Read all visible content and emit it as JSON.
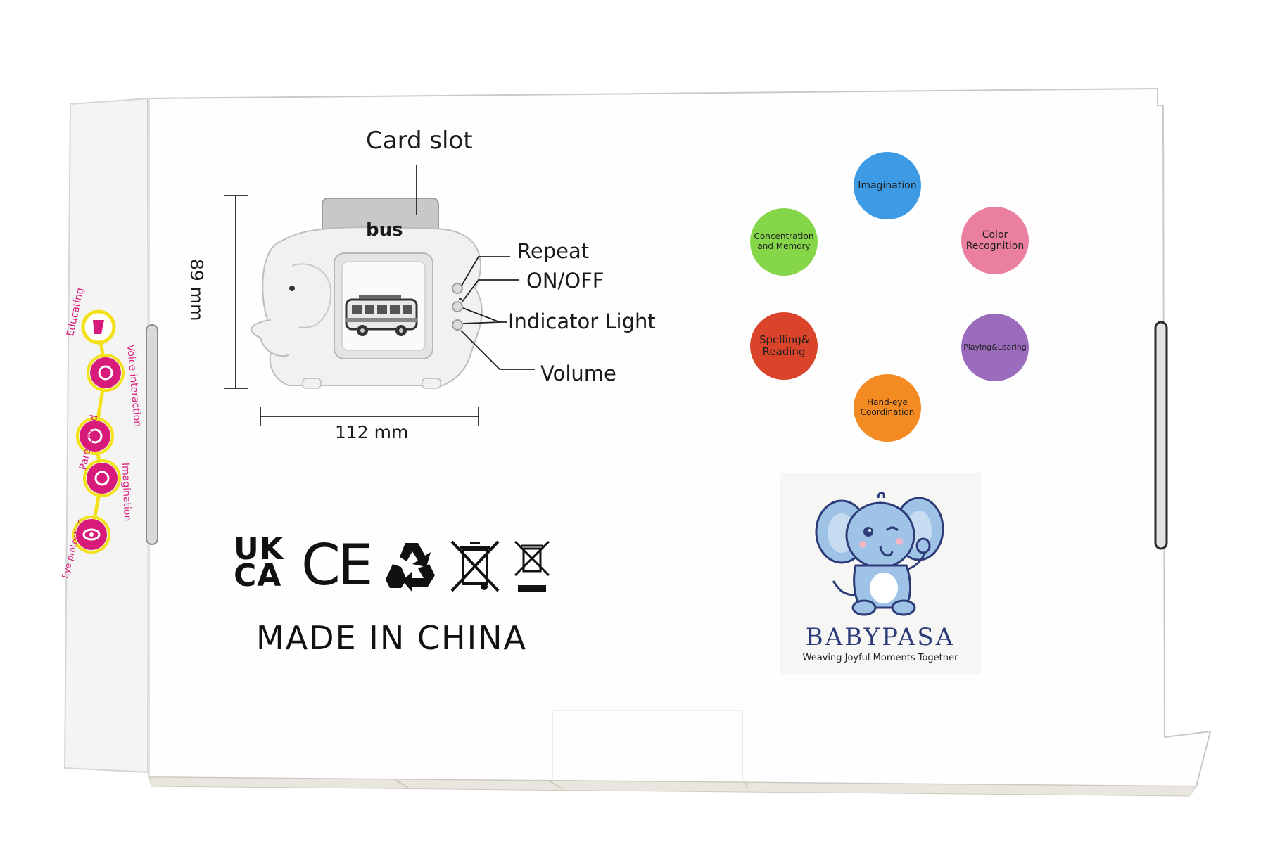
{
  "diagram": {
    "card_slot": "Card slot",
    "card_word": "bus",
    "height_dim": "89 mm",
    "width_dim": "112 mm",
    "repeat": "Repeat",
    "on_off": "ON/OFF",
    "indicator": "Indicator Light",
    "volume": "Volume"
  },
  "skills": [
    {
      "label": "Imagination",
      "color": "#3d9be6"
    },
    {
      "label": "Concentration and Memory",
      "color": "#86d64a"
    },
    {
      "label": "Color Recognition",
      "color": "#ea7fa0"
    },
    {
      "label": "Spelling& Reading",
      "color": "#d9442a"
    },
    {
      "label": "Playing&Learing",
      "color": "#9b6bbd"
    },
    {
      "label": "Hand-eye Coordination",
      "color": "#f38a22"
    }
  ],
  "side_panel": {
    "labels": [
      "Educating",
      "Voice interaction",
      "Parenthood",
      "Imagination",
      "Eye protection"
    ],
    "accent": "#d81b7a",
    "ring": "#f3e11a"
  },
  "certifications": {
    "ukca_top": "UK",
    "ukca_bottom": "CA",
    "ce": "CE",
    "icons": [
      "recycle-icon",
      "weee-bin-icon",
      "weee-bin-bar-icon"
    ]
  },
  "made_in": "MADE IN CHINA",
  "brand": {
    "name": "BABYPASA",
    "tagline": "Weaving Joyful Moments Together"
  }
}
